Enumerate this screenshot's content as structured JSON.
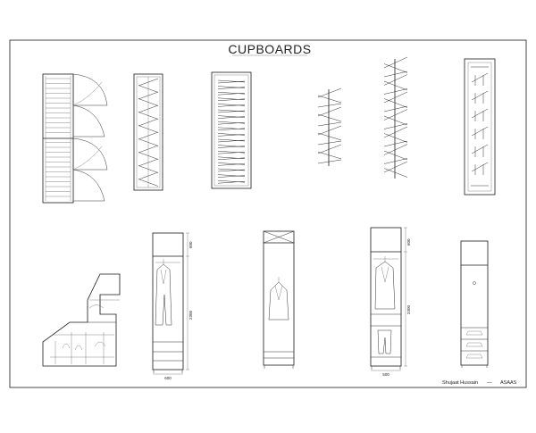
{
  "sheet": {
    "title": "CUPBOARDS",
    "author": "Shujaat Hussain",
    "company": "ASAAS",
    "separator": "—"
  },
  "dimensions": {
    "left_height": "2300",
    "left_top": "600",
    "left_width": "600",
    "right_height": "2300",
    "right_top": "600",
    "right_width": "500"
  },
  "colors": {
    "line": "#1a1a1a",
    "paper": "#ffffff"
  }
}
